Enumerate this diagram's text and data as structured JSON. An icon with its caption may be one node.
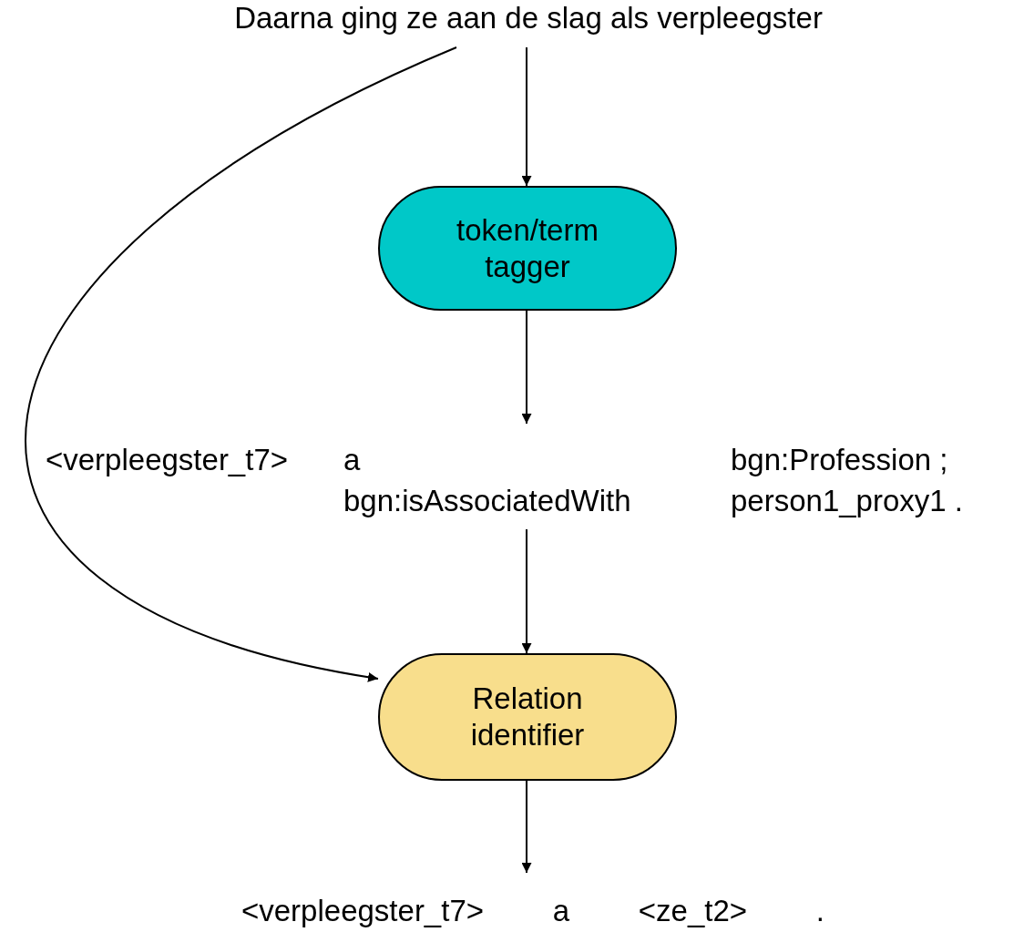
{
  "diagram": {
    "nodes": [
      {
        "text": [
          "Daarna ging ze aan de slag als verpleegster"
        ]
      },
      {
        "text": [
          "token/term tagger"
        ]
      },
      {
        "text": [
          "<verpleegster_t7>",
          "a",
          "bgn:Profession ;",
          "bgn:isAssociatedWith",
          "person1_proxy1 ."
        ]
      },
      {
        "text": [
          "Relation identifier"
        ]
      },
      {
        "text": [
          "<verpleegster_t7>",
          "a",
          "<ze_t2>",
          "."
        ]
      }
    ],
    "edges": [
      {
        "from": 0,
        "to": 1,
        "arrow": "to"
      },
      {
        "from": 1,
        "to": 2,
        "arrow": "to"
      },
      {
        "from": 2,
        "to": 3,
        "arrow": "to"
      },
      {
        "from": 0,
        "to": 3,
        "arrow": "to"
      },
      {
        "from": 3,
        "to": 4,
        "arrow": "to"
      }
    ]
  }
}
